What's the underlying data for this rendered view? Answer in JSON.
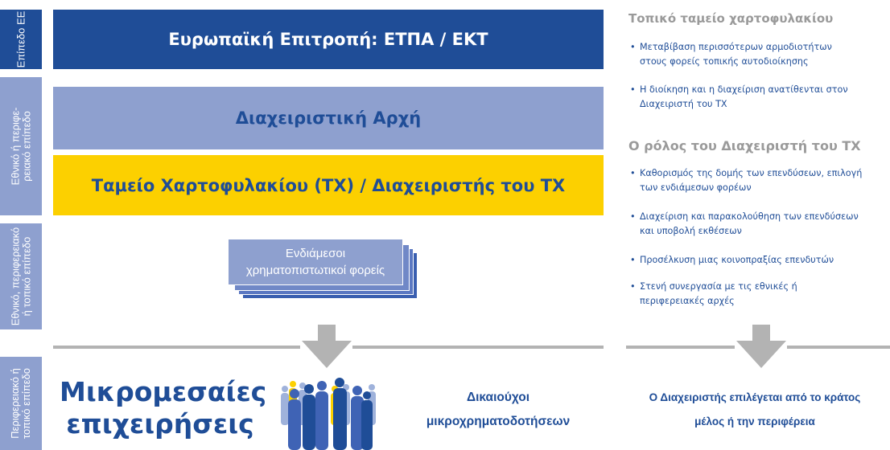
{
  "levels": [
    "Επίπεδο ΕΕ",
    "Εθνικό ή περιφε-\nρειακό επίπεδο",
    "Εθνικό, περιφερειακό\nή τοπικό επίπεδο",
    "Περιφερειακό ή\nτοπικό επίπεδο"
  ],
  "boxes": {
    "eu": "Ευρωπαϊκή Επιτροπή: ΕΤΠΑ / ΕΚΤ",
    "managing_authority": "Διαχειριστική Αρχή",
    "holding_fund": "Ταμείο Χαρτοφυλακίου (ΤΧ) / Διαχειριστής του ΤΧ",
    "intermediaries": "Ενδιάμεσοι\nχρηματοπιστωτικοί φορείς"
  },
  "bottom": {
    "sme": "Μικρομεσαίες\nεπιχειρήσεις",
    "beneficiaries": "Δικαιούχοι\nμικροχρηματοδοτήσεων",
    "selection": "Ο Διαχειριστής επιλέγεται από το κράτος\nμέλος ή την περιφέρεια"
  },
  "right": {
    "title1": "Τοπικό ταμείο χαρτοφυλακίου",
    "bullets1": [
      "Μεταβίβαση περισσότερων αρμοδιοτήτων\nστους φορείς τοπικής αυτοδιοίκησης",
      "Η διοίκηση και η διαχείριση ανατίθενται στον\nΔιαχειριστή του ΤΧ"
    ],
    "title2": "Ο ρόλος του Διαχειριστή του ΤΧ",
    "bullets2": [
      "Καθορισμός της δομής των επενδύσεων, επιλογή\nτων ενδιάμεσων φορέων",
      "Διαχείριση και παρακολούθηση των επενδύσεων\nκαι υποβολή εκθέσεων",
      "Προσέλκυση μιας κοινοπραξίας επενδυτών",
      "Στενή συνεργασία με τις εθνικές ή\nπεριφερειακές αρχές"
    ],
    "bullet_char": "•"
  },
  "colors": {
    "dark_blue": "#1f4d97",
    "periwinkle": "#8ea0cf",
    "yellow": "#fcd000",
    "gray": "#9a9a9a",
    "arrow_gray": "#b3b3b3"
  }
}
